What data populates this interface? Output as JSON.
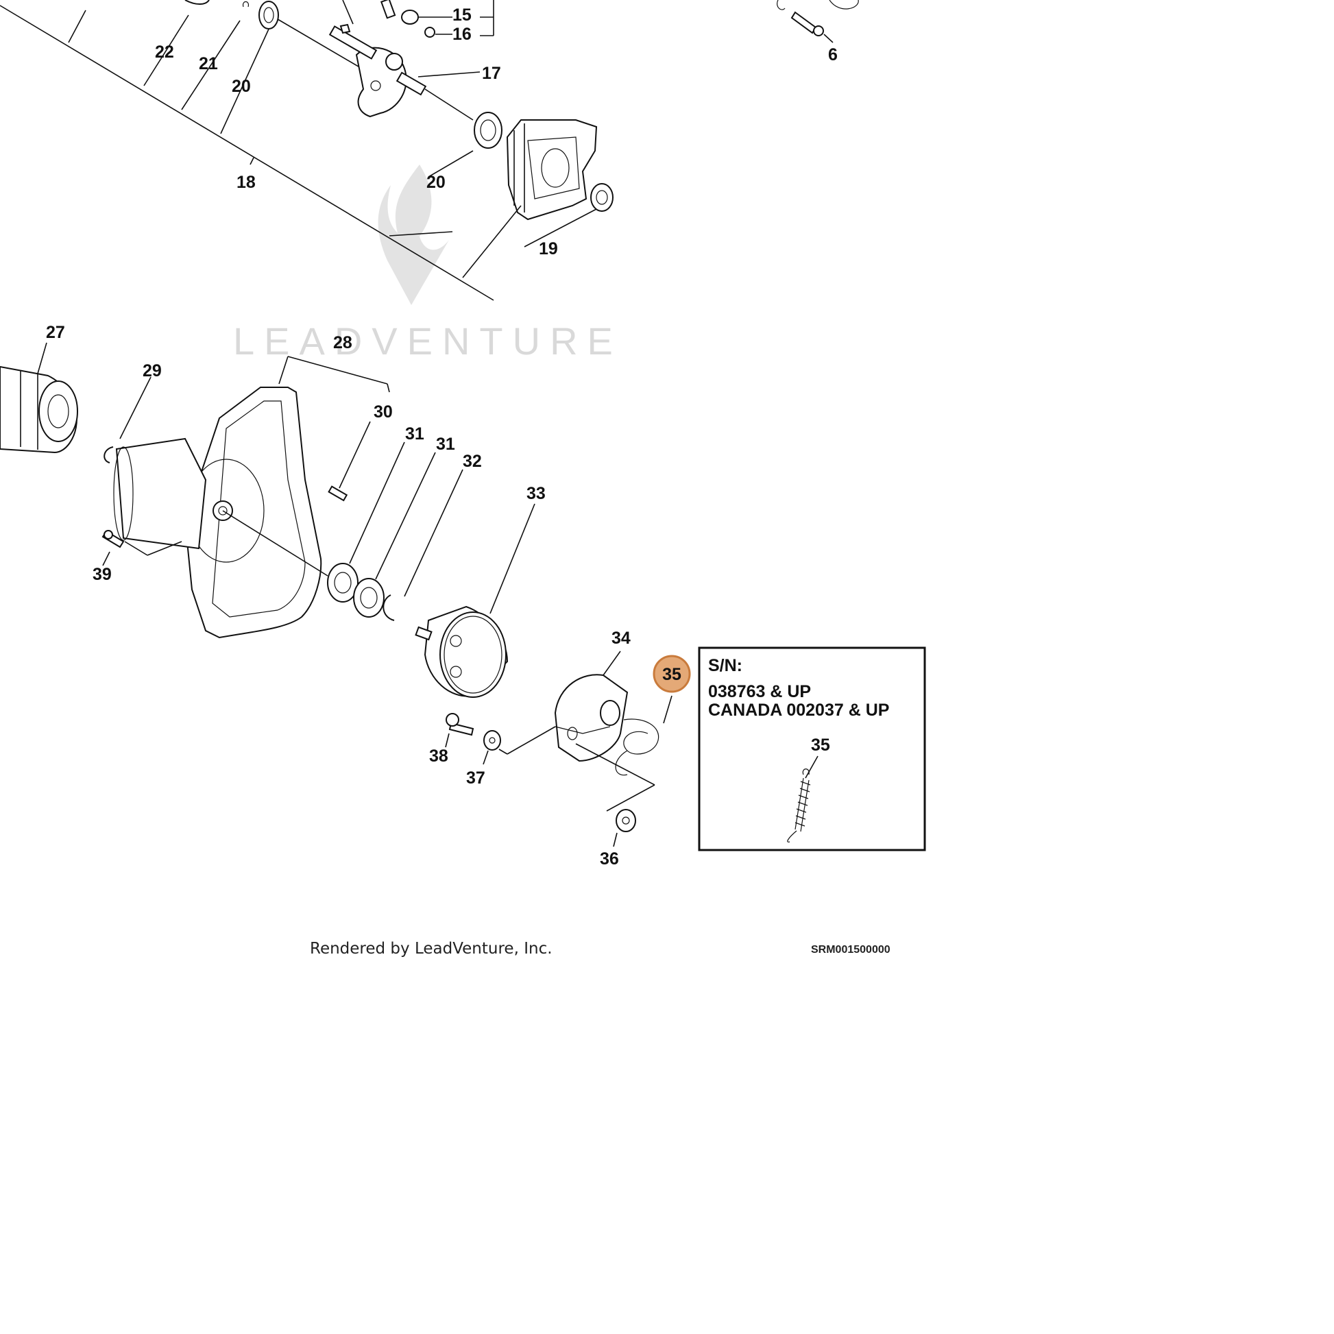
{
  "watermark": {
    "text": "LEADVENTURE"
  },
  "callouts": {
    "c15": "15",
    "c16": "16",
    "c17": "17",
    "c6": "6",
    "c22": "22",
    "c21": "21",
    "c20a": "20",
    "c18": "18",
    "c20b": "20",
    "c19": "19",
    "c27": "27",
    "c28": "28",
    "c29": "29",
    "c30": "30",
    "c31a": "31",
    "c31b": "31",
    "c32": "32",
    "c33": "33",
    "c39": "39",
    "c34": "34",
    "c38": "38",
    "c37": "37",
    "c36": "36"
  },
  "highlight": {
    "number": "35",
    "color": "#e4a977"
  },
  "serial_box": {
    "heading": "S/N:",
    "line1": "038763 & UP",
    "line2": "CANADA 002037 & UP",
    "part_number": "35"
  },
  "footer": {
    "credit": "Rendered by LeadVenture, Inc.",
    "code": "SRM001500000"
  }
}
